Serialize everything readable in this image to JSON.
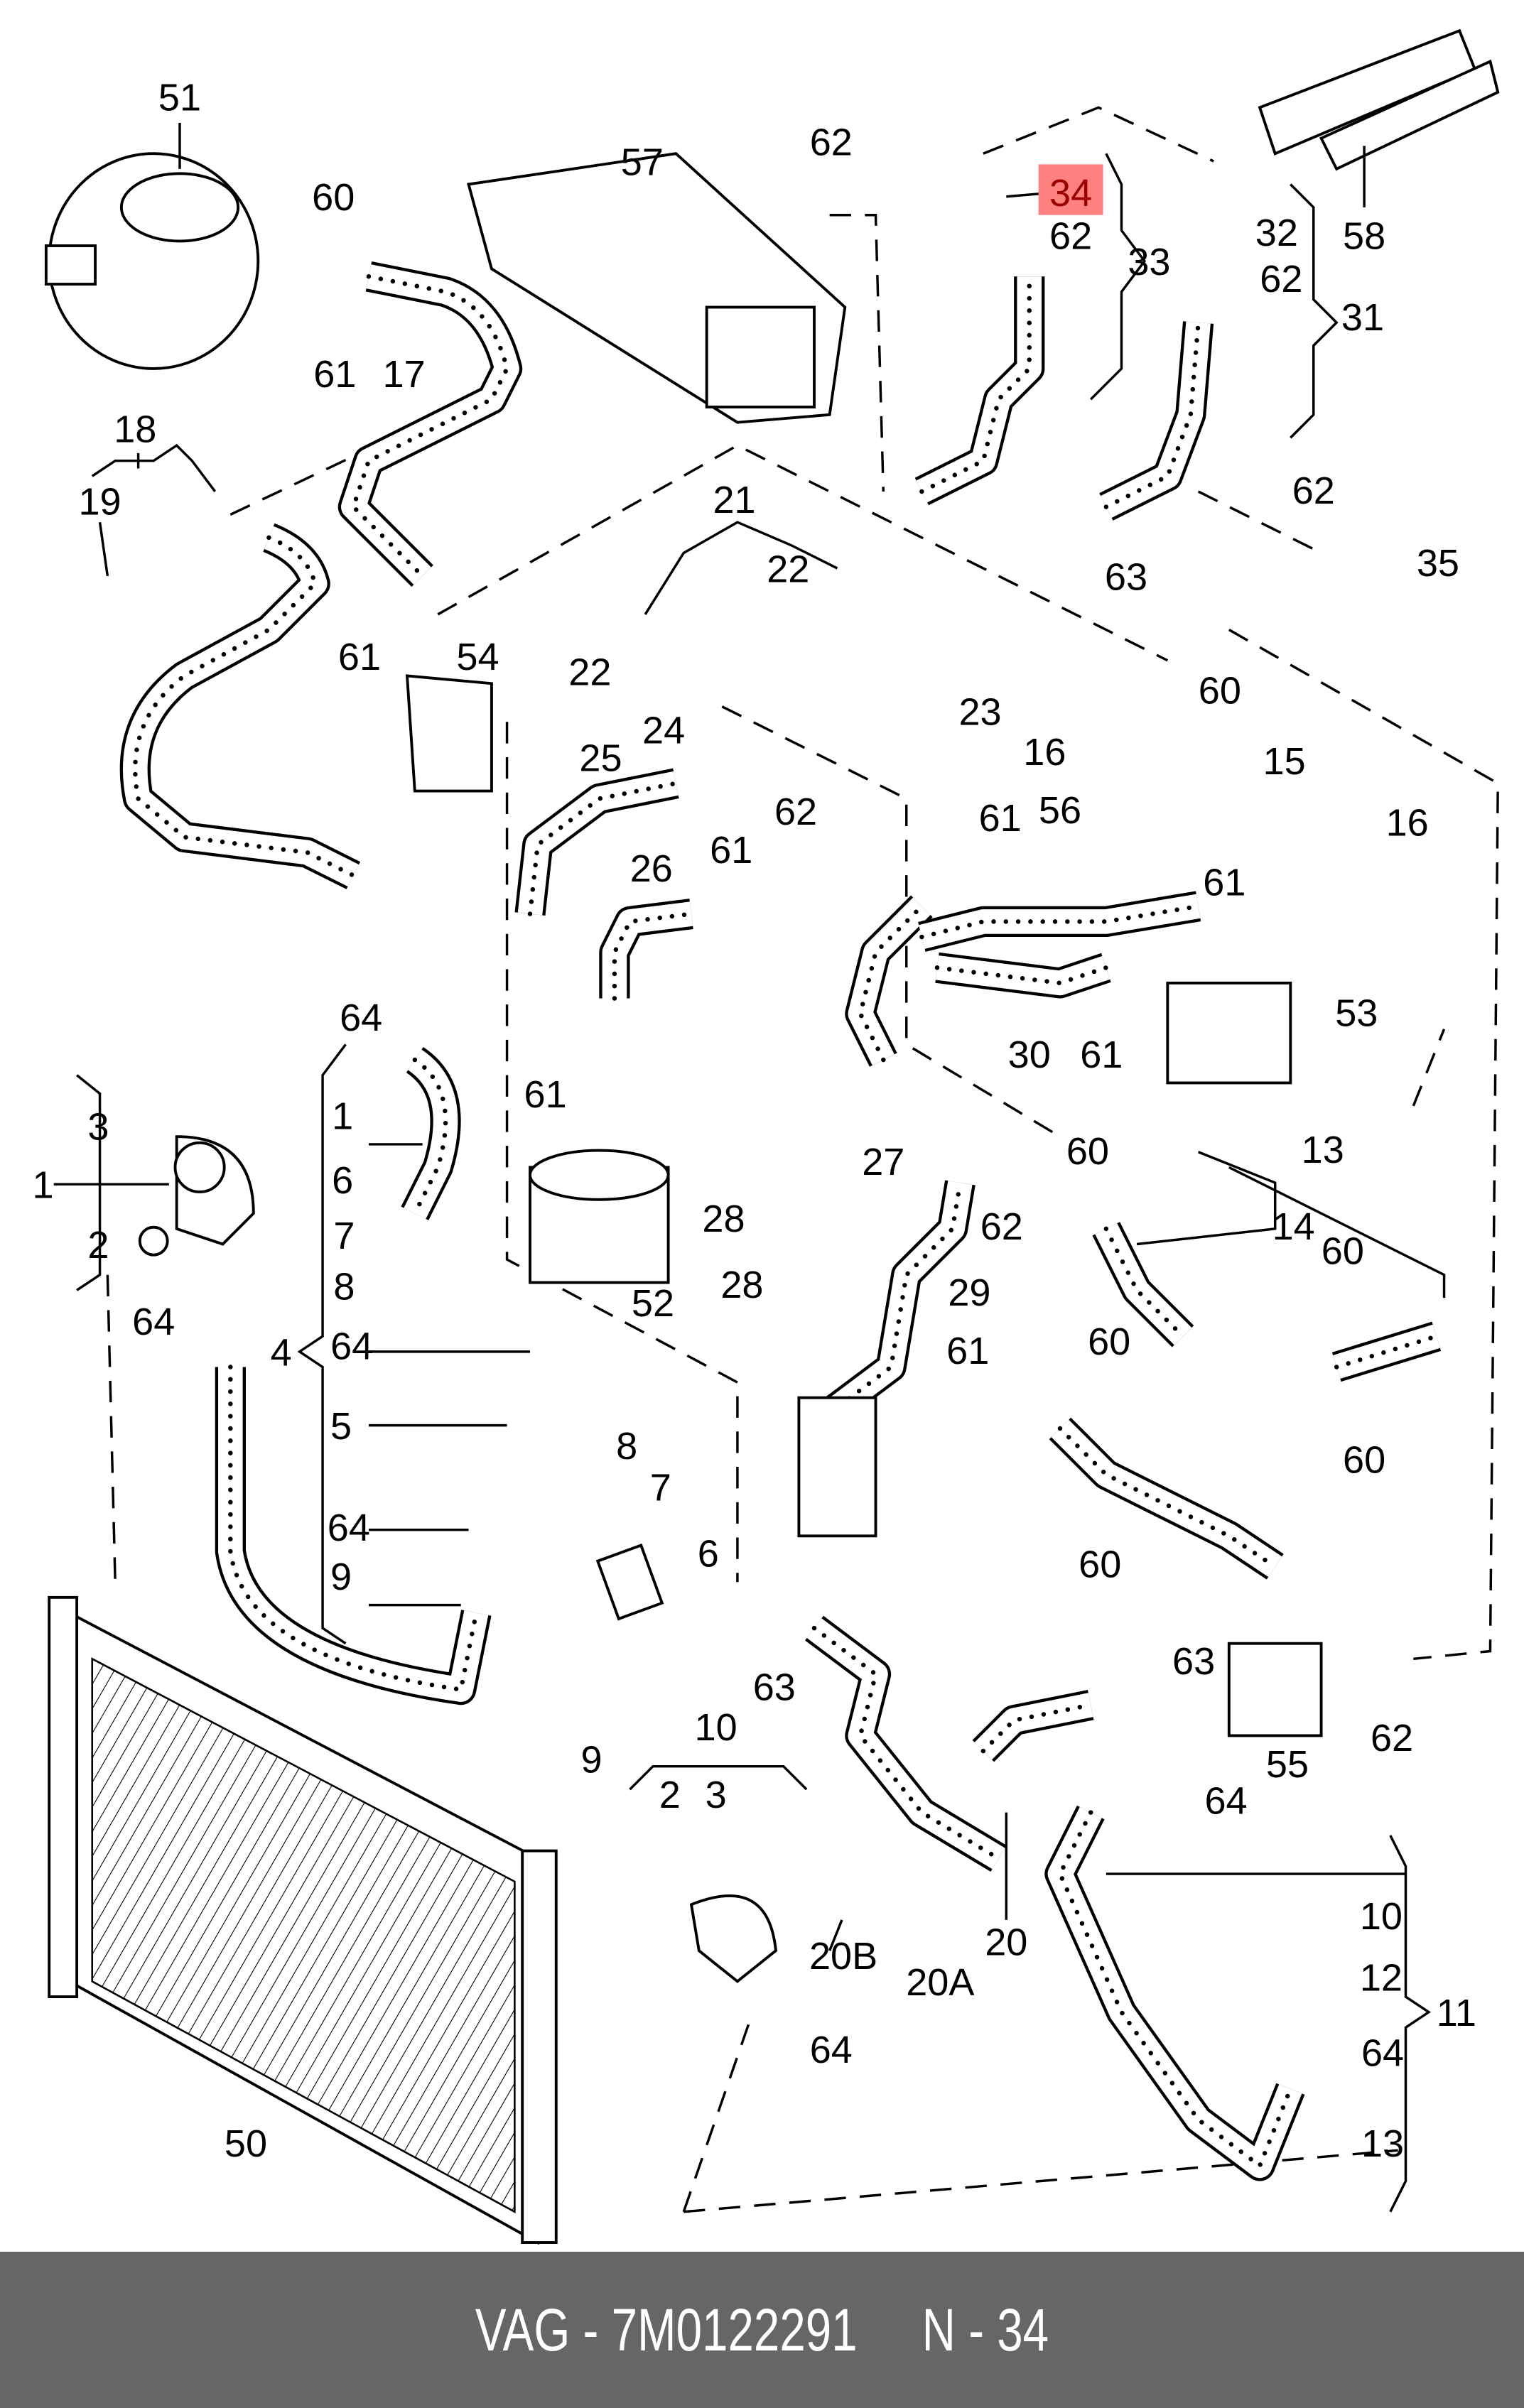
{
  "diagram": {
    "highlight_color": "#ff8080",
    "highlighted_label": "34",
    "labels": [
      "51",
      "60",
      "61",
      "17",
      "18",
      "19",
      "57",
      "62",
      "34",
      "62",
      "33",
      "32",
      "62",
      "58",
      "31",
      "21",
      "22",
      "22",
      "24",
      "23",
      "63",
      "62",
      "35",
      "61",
      "54",
      "25",
      "62",
      "60",
      "16",
      "15",
      "16",
      "61",
      "56",
      "26",
      "61",
      "61",
      "53",
      "30",
      "61",
      "64",
      "61",
      "27",
      "28",
      "60",
      "62",
      "13",
      "14",
      "60",
      "3",
      "1",
      "2",
      "64",
      "1",
      "6",
      "7",
      "8",
      "4",
      "64",
      "5",
      "8",
      "7",
      "6",
      "64",
      "9",
      "52",
      "29",
      "28",
      "61",
      "60",
      "60",
      "60",
      "63",
      "9",
      "63",
      "10",
      "2",
      "3",
      "20B",
      "20A",
      "20",
      "55",
      "64",
      "62",
      "10",
      "12",
      "11",
      "64",
      "13",
      "64",
      "50"
    ]
  },
  "footer": {
    "text": "VAG - 7M0122291     N - 34"
  }
}
